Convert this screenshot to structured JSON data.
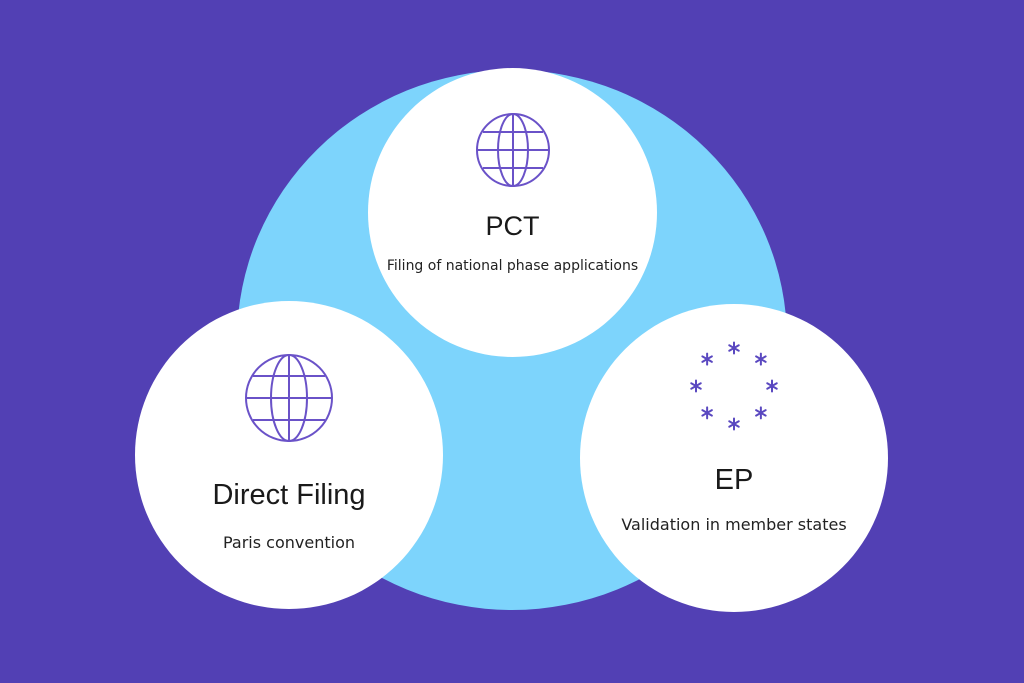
{
  "diagram": {
    "colors": {
      "background": "#5240b4",
      "center_circle": "#7dd4fc",
      "node_fill": "#ffffff",
      "icon_stroke": "#6a52c8"
    },
    "nodes": {
      "pct": {
        "icon": "globe-icon",
        "title": "PCT",
        "subtitle": "Filing of national phase applications"
      },
      "direct_filing": {
        "icon": "globe-icon",
        "title": "Direct Filing",
        "subtitle": "Paris convention"
      },
      "ep": {
        "icon": "eu-stars-icon",
        "title": "EP",
        "subtitle": "Validation in member states"
      }
    }
  }
}
